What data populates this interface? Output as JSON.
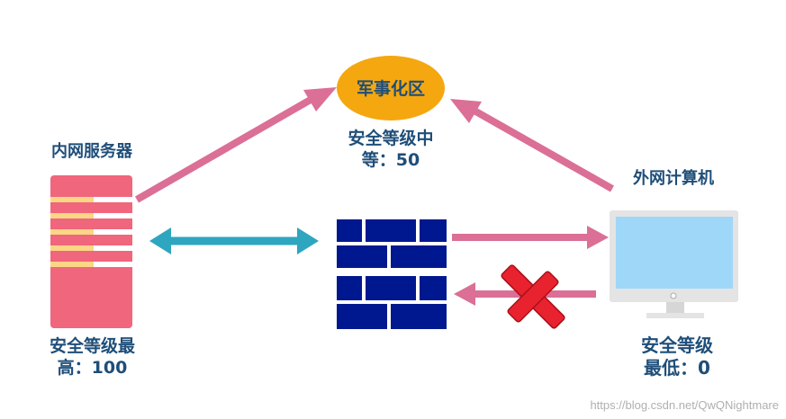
{
  "dmz": {
    "name": "军事化区",
    "security_line1": "安全等级中",
    "security_line2": "等：50"
  },
  "internal_server": {
    "name": "内网服务器",
    "security_line1": "安全等级最",
    "security_line2": "高：100"
  },
  "external_computer": {
    "name": "外网计算机",
    "security_line1": "安全等级",
    "security_line2": "最低：0"
  },
  "watermark": "https://blog.csdn.net/QwQNightmare",
  "colors": {
    "arrow_pink": "#db6f96",
    "arrow_teal": "#2ea6c0",
    "dmz_ellipse": "#f5a70f",
    "server_body": "#f0667c",
    "server_stripe": "#fbd684",
    "firewall_brick": "#00188f",
    "monitor_frame": "#e4e4e4",
    "monitor_screen": "#9fd7f8",
    "blocked_cross": "#e8222e",
    "label_text": "#1f4e79"
  }
}
